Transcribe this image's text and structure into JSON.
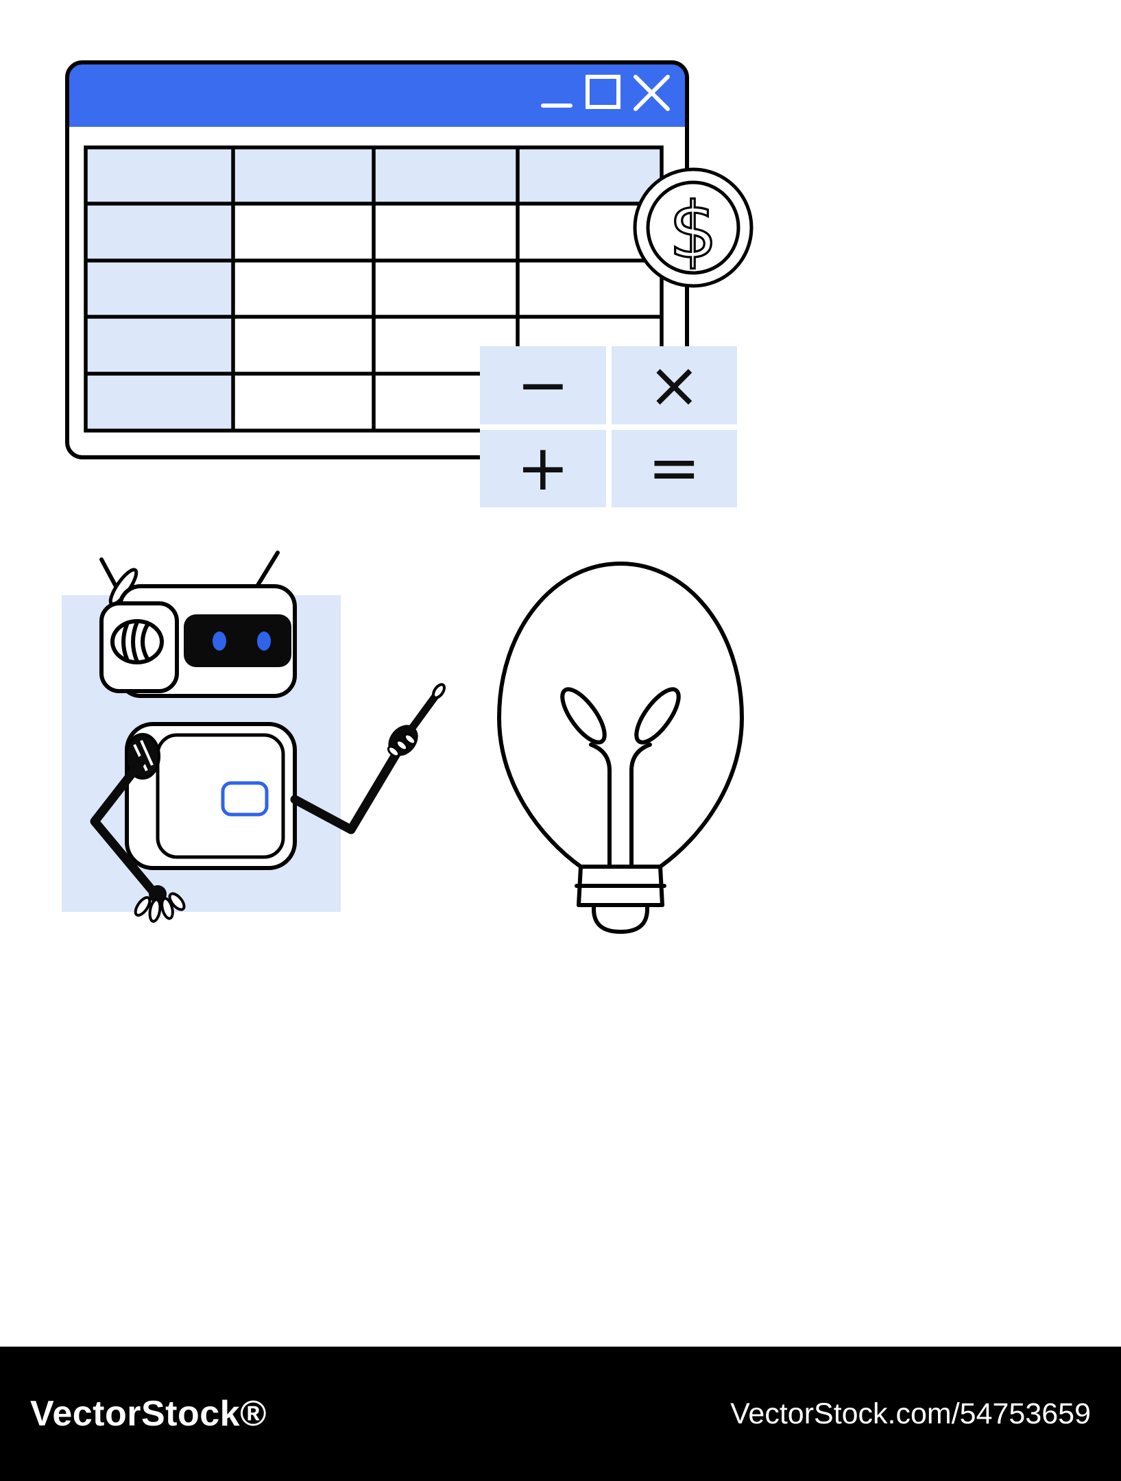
{
  "colors": {
    "accent": "#3A6CF0",
    "panel": "#DDE7FA",
    "eye": "#2F63EA",
    "footer_bg": "#000000"
  },
  "window": {
    "control_icons": [
      "minimize-icon",
      "maximize-icon",
      "close-icon"
    ],
    "table": {
      "columns": 4,
      "rows": 5,
      "header_row_shaded": true,
      "first_column_shaded": true
    }
  },
  "coin": {
    "currency_symbol": "$"
  },
  "calculator": {
    "minus": "−",
    "multiply": "×",
    "plus": "+",
    "equals": "="
  },
  "footer": {
    "brand": "VectorStock®",
    "credit": "VectorStock.com/54753659"
  }
}
